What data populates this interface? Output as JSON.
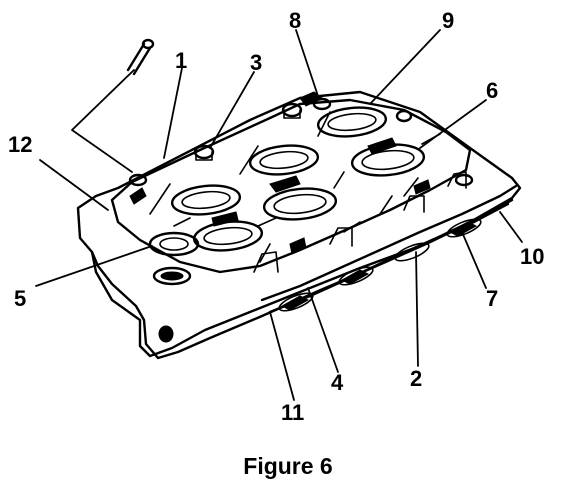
{
  "figure": {
    "caption": "Figure 6",
    "callouts": [
      {
        "id": "1",
        "label": "1"
      },
      {
        "id": "2",
        "label": "2"
      },
      {
        "id": "3",
        "label": "3"
      },
      {
        "id": "4",
        "label": "4"
      },
      {
        "id": "5",
        "label": "5"
      },
      {
        "id": "6",
        "label": "6"
      },
      {
        "id": "7",
        "label": "7"
      },
      {
        "id": "8",
        "label": "8"
      },
      {
        "id": "9",
        "label": "9"
      },
      {
        "id": "10",
        "label": "10"
      },
      {
        "id": "11",
        "label": "11"
      },
      {
        "id": "12",
        "label": "12"
      }
    ]
  }
}
